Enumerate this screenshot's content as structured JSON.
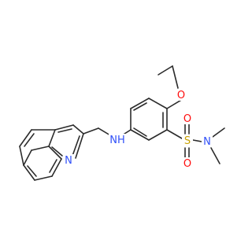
{
  "molecule": {
    "atoms": {
      "ring_oxygen_label": "O",
      "ethoxy_o": "O",
      "sulfonyl_s": "S",
      "sulfonyl_o1": "O",
      "sulfonyl_o2": "O",
      "amide_n": "N",
      "amine_nh": "NH",
      "quinoline_n": "N"
    },
    "colors": {
      "bond": "#2b2b2b",
      "oxygen": "#ff0d0d",
      "nitrogen": "#3050f8",
      "sulfur": "#c8a000"
    }
  }
}
